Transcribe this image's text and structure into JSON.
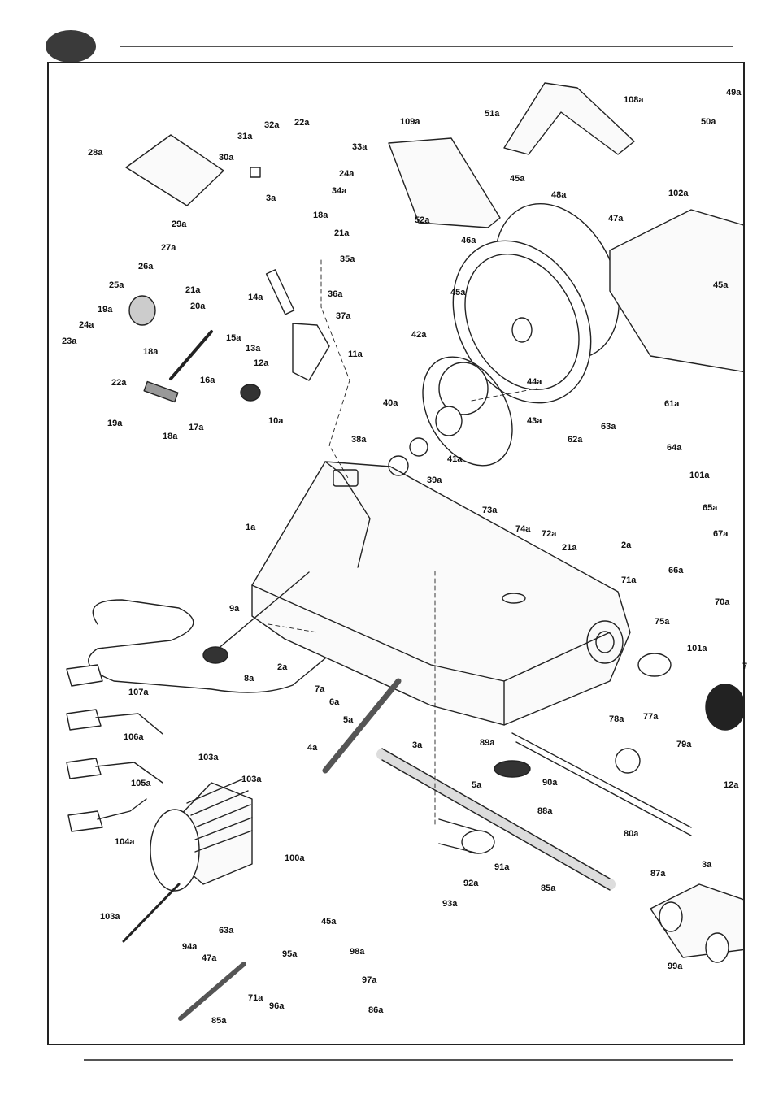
{
  "labels": [
    "28a",
    "31a",
    "32a",
    "22a",
    "33a",
    "24a",
    "34a",
    "30a",
    "29a",
    "3a",
    "18a",
    "21a",
    "35a",
    "27a",
    "26a",
    "25a",
    "21a",
    "20a",
    "14a",
    "36a",
    "37a",
    "19a",
    "24a",
    "23a",
    "18a",
    "22a",
    "15a",
    "13a",
    "12a",
    "11a",
    "16a",
    "10a",
    "17a",
    "19a",
    "18a",
    "109a",
    "51a",
    "108a",
    "49a",
    "50a",
    "45a",
    "52a",
    "48a",
    "47a",
    "102a",
    "45a",
    "46a",
    "45a",
    "42a",
    "44a",
    "43a",
    "40a",
    "41a",
    "61a",
    "38a",
    "39a",
    "63a",
    "62a",
    "64a",
    "101a",
    "73a",
    "65a",
    "74a",
    "72a",
    "2a",
    "67a",
    "21a",
    "71a",
    "66a",
    "70a",
    "1a",
    "9a",
    "8a",
    "2a",
    "7a",
    "6a",
    "5a",
    "75a",
    "101a",
    "107a",
    "106a",
    "105a",
    "4a",
    "3a",
    "89a",
    "5a",
    "90a",
    "79a",
    "78a",
    "77a",
    "7",
    "103a",
    "103a",
    "104a",
    "100a",
    "88a",
    "80a",
    "12a",
    "91a",
    "92a",
    "85a",
    "87a",
    "3a",
    "93a",
    "103a",
    "63a",
    "94a",
    "45a",
    "95a",
    "98a",
    "47a",
    "97a",
    "71a",
    "96a",
    "86a",
    "99a",
    "85a"
  ]
}
